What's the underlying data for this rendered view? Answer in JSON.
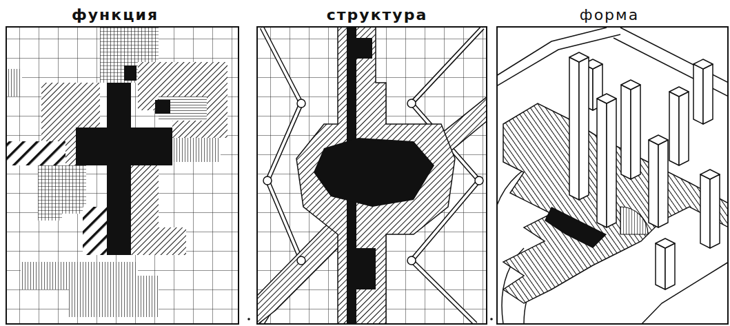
{
  "diagram": {
    "nodes": [
      {
        "text": [
          "функция"
        ]
      },
      {
        "text": [
          "структура"
        ]
      },
      {
        "text": [
          "форма"
        ]
      }
    ]
  }
}
